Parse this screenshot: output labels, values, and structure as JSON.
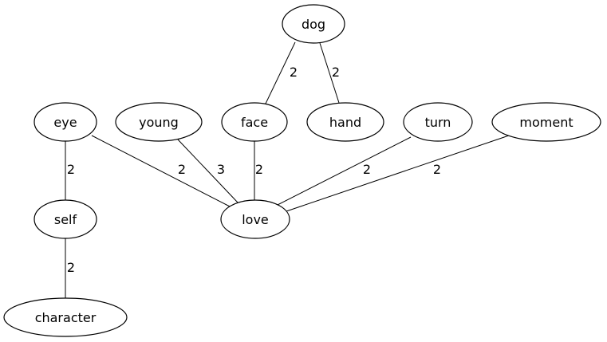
{
  "graph": {
    "nodes": [
      {
        "id": "dog",
        "label": "dog"
      },
      {
        "id": "eye",
        "label": "eye"
      },
      {
        "id": "young",
        "label": "young"
      },
      {
        "id": "face",
        "label": "face"
      },
      {
        "id": "hand",
        "label": "hand"
      },
      {
        "id": "turn",
        "label": "turn"
      },
      {
        "id": "moment",
        "label": "moment"
      },
      {
        "id": "self",
        "label": "self"
      },
      {
        "id": "love",
        "label": "love"
      },
      {
        "id": "character",
        "label": "character"
      }
    ],
    "edges": [
      {
        "from": "dog",
        "to": "face",
        "label": "2"
      },
      {
        "from": "dog",
        "to": "hand",
        "label": "2"
      },
      {
        "from": "eye",
        "to": "self",
        "label": "2"
      },
      {
        "from": "eye",
        "to": "love",
        "label": "2"
      },
      {
        "from": "young",
        "to": "love",
        "label": "3"
      },
      {
        "from": "face",
        "to": "love",
        "label": "2"
      },
      {
        "from": "turn",
        "to": "love",
        "label": "2"
      },
      {
        "from": "moment",
        "to": "love",
        "label": "2"
      },
      {
        "from": "self",
        "to": "character",
        "label": "2"
      }
    ]
  }
}
